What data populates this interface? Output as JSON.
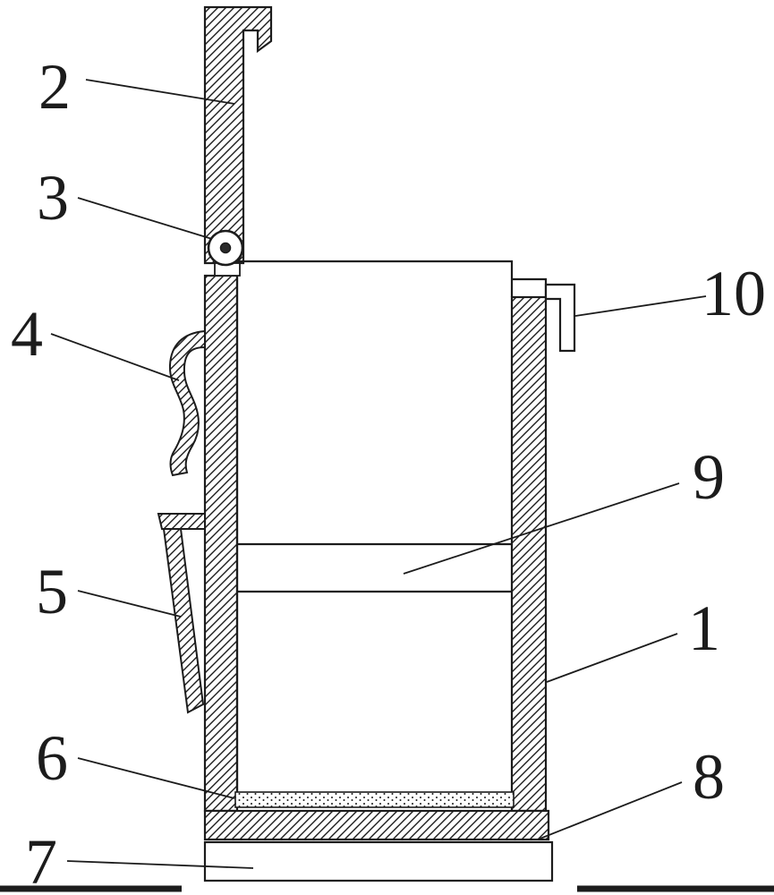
{
  "figure": {
    "type": "patent-drawing",
    "background": "#ffffff",
    "ink": "#1c1c1c",
    "description": "Cross-section technical drawing of a container assembly with numbered part callouts"
  },
  "labels": [
    {
      "ref": "part-1",
      "text": "1"
    },
    {
      "ref": "part-2",
      "text": "2"
    },
    {
      "ref": "part-3",
      "text": "3"
    },
    {
      "ref": "part-4",
      "text": "4"
    },
    {
      "ref": "part-5",
      "text": "5"
    },
    {
      "ref": "part-6",
      "text": "6"
    },
    {
      "ref": "part-7",
      "text": "7"
    },
    {
      "ref": "part-8",
      "text": "8"
    },
    {
      "ref": "part-9",
      "text": "9"
    },
    {
      "ref": "part-10",
      "text": "10"
    }
  ]
}
